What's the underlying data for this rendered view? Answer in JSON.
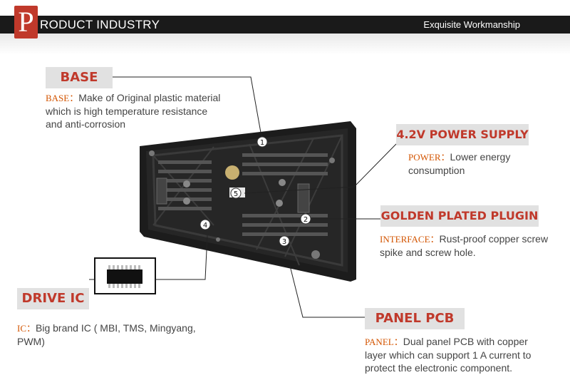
{
  "header": {
    "logo_letter": "P",
    "title": "RODUCT INDUSTRY",
    "subtitle": "Exquisite Workmanship"
  },
  "callouts": {
    "base": {
      "label": "BASE",
      "prefix": "BASE：",
      "lines": [
        "Make of Original plastic material",
        "which is high temperature resistance",
        "and anti-corrosion"
      ]
    },
    "power": {
      "label": "4.2V POWER SUPPLY",
      "prefix": "POWER：",
      "lines": [
        "Lower energy",
        "consumption"
      ]
    },
    "plugin": {
      "label": "GOLDEN PLATED PLUGIN",
      "prefix": "INTERFACE：",
      "lines": [
        "Rust-proof copper screw",
        "spike and screw hole."
      ]
    },
    "drive": {
      "label": "DRIVE IC",
      "prefix": "IC：",
      "lines": [
        "Big brand IC ( MBI, TMS, Mingyang,",
        "PWM)"
      ]
    },
    "pcb": {
      "label": "PANEL PCB",
      "prefix": "PANEL：",
      "lines": [
        "Dual panel PCB with copper",
        "layer which can support 1 A current to",
        "protect the electronic component."
      ]
    }
  },
  "markers": [
    "1",
    "2",
    "3",
    "4",
    "5"
  ],
  "colors": {
    "accent": "#c0392b",
    "prefix": "#d35400",
    "tag_bg": "#e1e1e1",
    "header_bg": "#1a1a1a"
  }
}
